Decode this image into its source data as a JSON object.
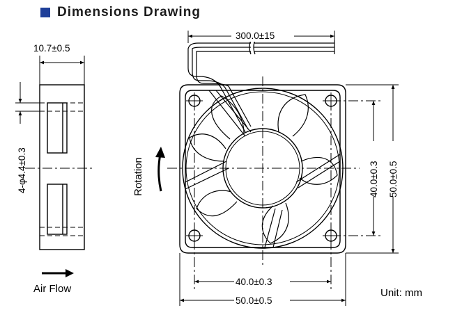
{
  "heading": {
    "title": "Dimensions  Drawing",
    "accent_color": "#1f3f99"
  },
  "dimensions": {
    "cable_length": "300.0±15",
    "thickness": "10.7±0.5",
    "holes": "4-φ4.4±0.3",
    "hole_spacing_vertical": "40.0±0.3",
    "outer_size_vertical": "50.0±0.5",
    "hole_spacing_horizontal": "40.0±0.3",
    "outer_size_horizontal": "50.0±0.5"
  },
  "labels": {
    "rotation": "Rotation",
    "air_flow": "Air Flow",
    "unit": "Unit: mm"
  }
}
